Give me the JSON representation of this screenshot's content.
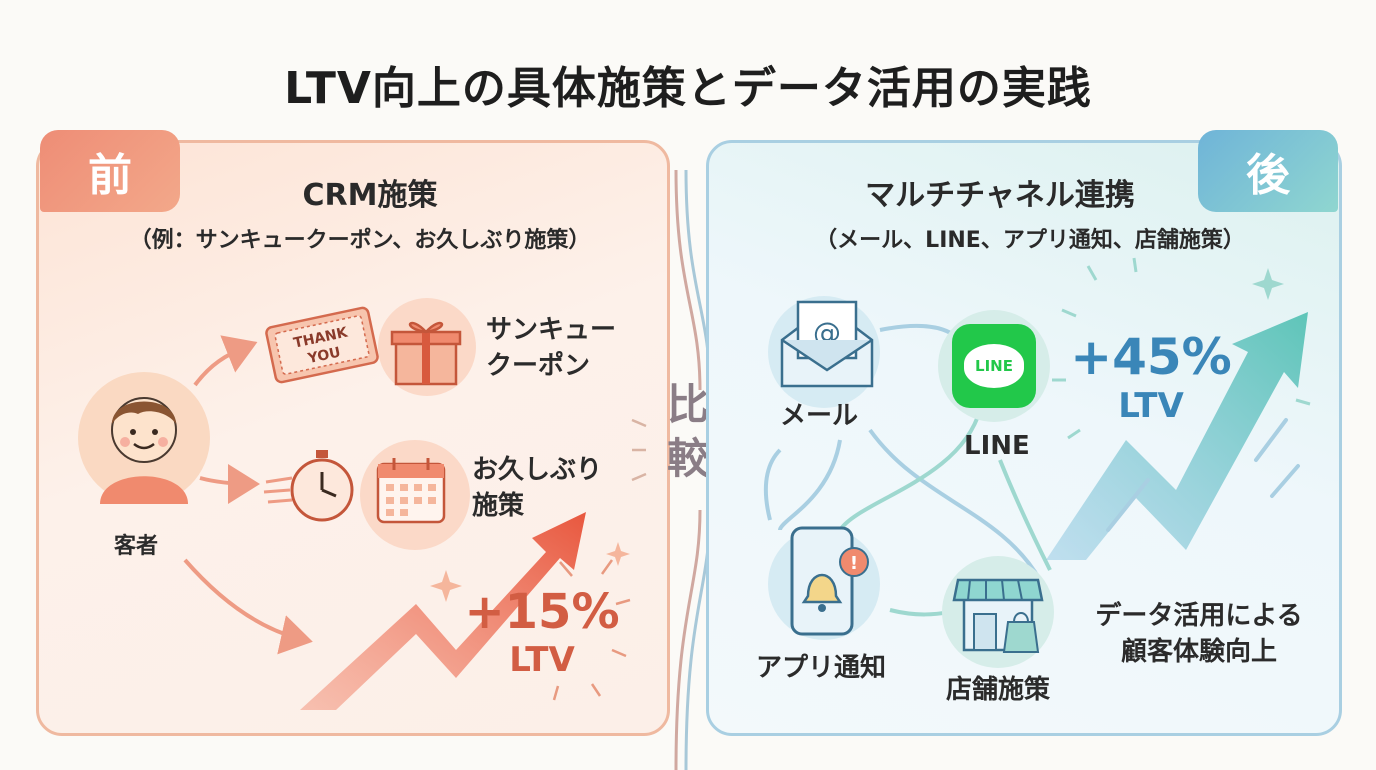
{
  "title": "LTV向上の具体施策とデータ活用の実践",
  "compare_label": "比較",
  "left": {
    "tab": "前",
    "heading": "CRM施策",
    "subheading": "（例：サンキュークーポン、お久しぶり施策）",
    "customer_label": "客者",
    "coupon_label_line1": "サンキュー",
    "coupon_label_line2": "クーポン",
    "coupon_ticket_text_line1": "THANK",
    "coupon_ticket_text_line2": "YOU",
    "reengage_label_line1": "お久しぶり",
    "reengage_label_line2": "施策",
    "result_value": "+15%",
    "result_metric": "LTV",
    "accent_color": "#ee8d76"
  },
  "right": {
    "tab": "後",
    "heading": "マルチチャネル連携",
    "subheading": "（メール、LINE、アプリ通知、店舗施策）",
    "channels": {
      "mail": "メール",
      "line": "LINE",
      "line_logo_text": "LINE",
      "app": "アプリ通知",
      "store": "店舗施策"
    },
    "result_value": "+45%",
    "result_metric": "LTV",
    "caption_line1": "データ活用による",
    "caption_line2": "顧客体験向上",
    "accent_color": "#6fb4d8",
    "line_green": "#22c84a"
  }
}
